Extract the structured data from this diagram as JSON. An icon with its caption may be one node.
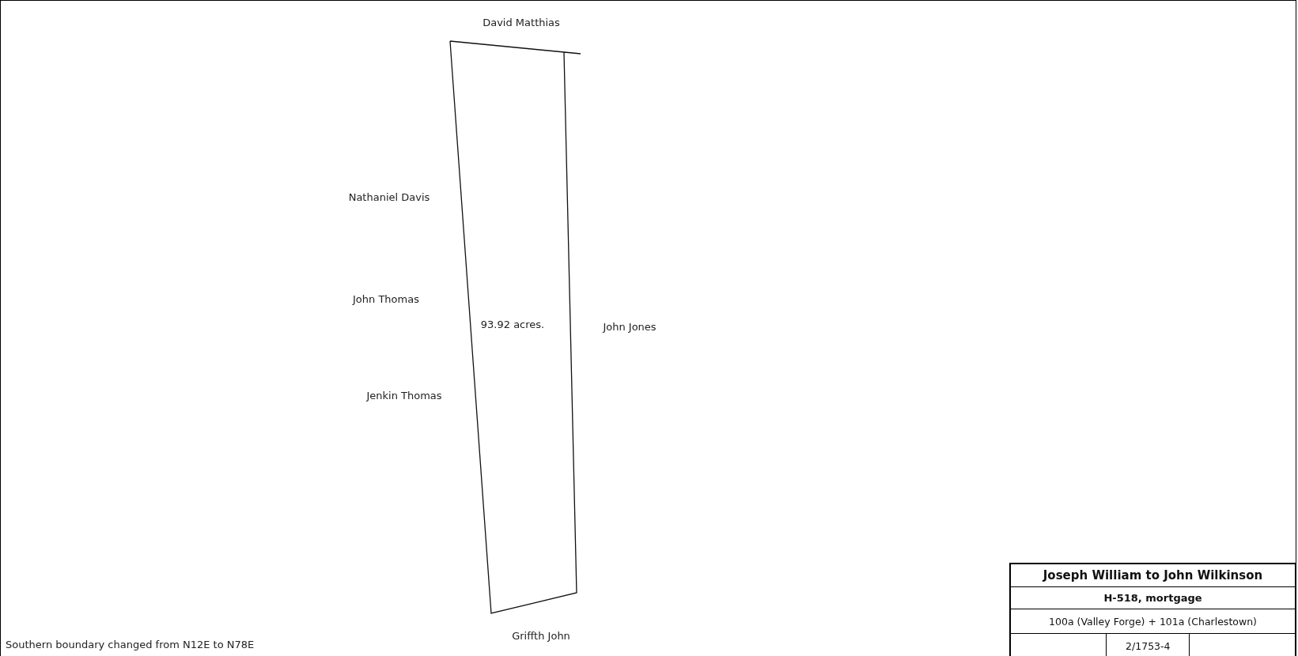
{
  "diagram": {
    "title": "Joseph William to John Wilkinson",
    "nodes": [
      {
        "text": [
          "93.92 acres."
        ]
      }
    ],
    "edges": [],
    "labels": [
      "David Matthias",
      "Nathaniel Davis",
      "John Thomas",
      "John Jones",
      "Jenkin Thomas",
      "Southern boundary changed from N12E to N78E",
      "Griffth John",
      "H-518, mortgage",
      "100a (Valley Forge) + 101a (Charlestown)",
      "2/1753-4"
    ]
  }
}
